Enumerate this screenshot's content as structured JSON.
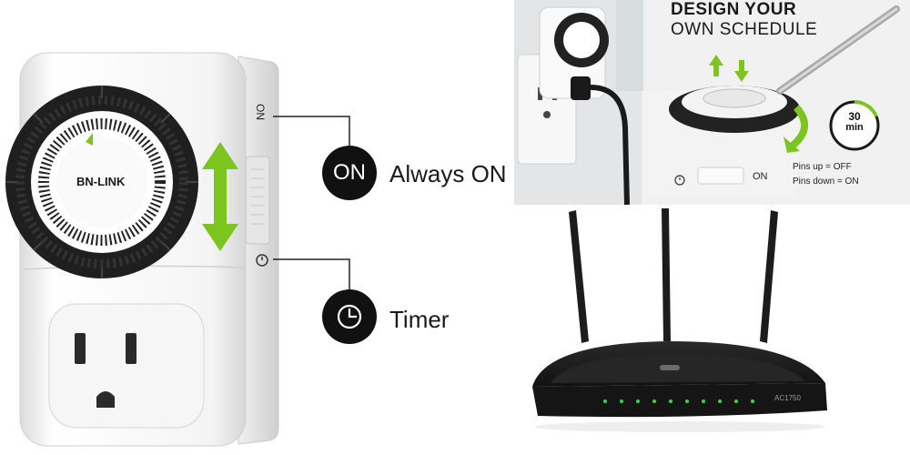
{
  "timer_product": {
    "brand_logo": "BN-LINK",
    "side_labels": {
      "on": "ON"
    },
    "modes": {
      "on": {
        "badge_text": "ON",
        "label": "Always ON"
      },
      "timer": {
        "label": "Timer",
        "icon": "clock-icon"
      }
    }
  },
  "schedule_panel": {
    "title": "DESIGN YOUR",
    "subtitle": "OWN SCHEDULE",
    "switch_label": "ON",
    "badge": {
      "value": "30",
      "unit": "min"
    },
    "legend": [
      "Pins up = OFF",
      "Pins down = ON"
    ]
  },
  "router": {
    "model_label": "AC1750"
  },
  "colors": {
    "accent_green": "#7cc51e",
    "badge_black": "#111111",
    "router_black": "#1c1c1c",
    "led_green": "#39d353"
  }
}
